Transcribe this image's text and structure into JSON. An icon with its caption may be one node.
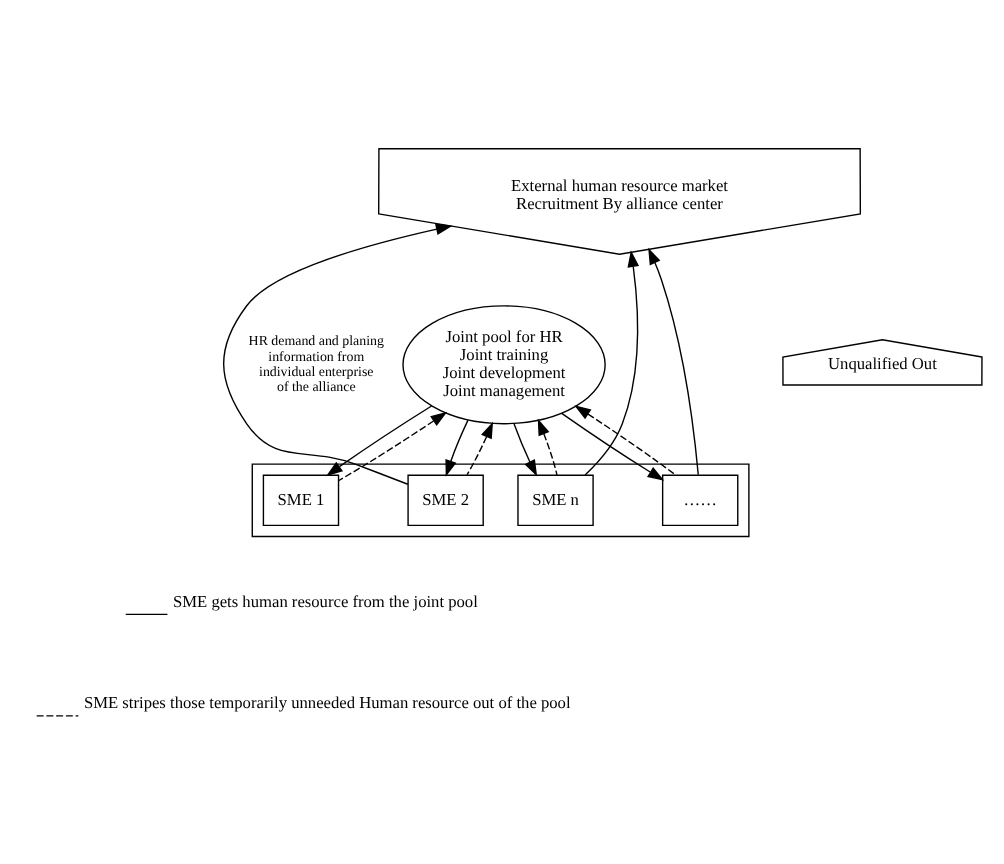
{
  "diagram": {
    "nodes": [
      {
        "text": [
          "External human resource market",
          "Recruitment By alliance center"
        ]
      },
      {
        "text": [
          "Joint pool for HR",
          "Joint training",
          "Joint development",
          "Joint management"
        ]
      },
      {
        "text": [
          "Unqualified Out"
        ]
      },
      {
        "text": [],
        "shape": "box"
      },
      {
        "text": [
          "SME 1"
        ],
        "in": 3
      },
      {
        "text": [
          "SME 2"
        ],
        "in": 3
      },
      {
        "text": [
          "……"
        ],
        "in": 3
      },
      {
        "text": [
          "SME n"
        ],
        "in": 3
      }
    ],
    "edges": [
      {
        "from": 1,
        "to": 4,
        "arrow": "to"
      },
      {
        "from": 4,
        "to": 1,
        "arrow": "to",
        "style": "dashed"
      },
      {
        "from": 1,
        "to": 5,
        "arrow": "to"
      },
      {
        "from": 5,
        "to": 1,
        "arrow": "to",
        "style": "dashed"
      },
      {
        "from": 1,
        "to": 6,
        "arrow": "to"
      },
      {
        "from": 6,
        "to": 1,
        "arrow": "to",
        "style": "dashed"
      },
      {
        "from": 1,
        "to": 7,
        "arrow": "to"
      },
      {
        "from": 7,
        "to": 1,
        "arrow": "to",
        "style": "dashed"
      },
      {
        "from": 5,
        "to": 0,
        "arrow": "to",
        "label": "HR demand and planing information from individual enterprise of the alliance"
      },
      {
        "from": 6,
        "to": 0,
        "arrow": "to"
      },
      {
        "from": 7,
        "to": 0,
        "arrow": "to"
      }
    ],
    "legend": [
      {
        "text": "SME gets human resource from the joint pool"
      },
      {
        "text": "SME stripes those temporarily unneeded Human resource out of the pool"
      }
    ]
  }
}
